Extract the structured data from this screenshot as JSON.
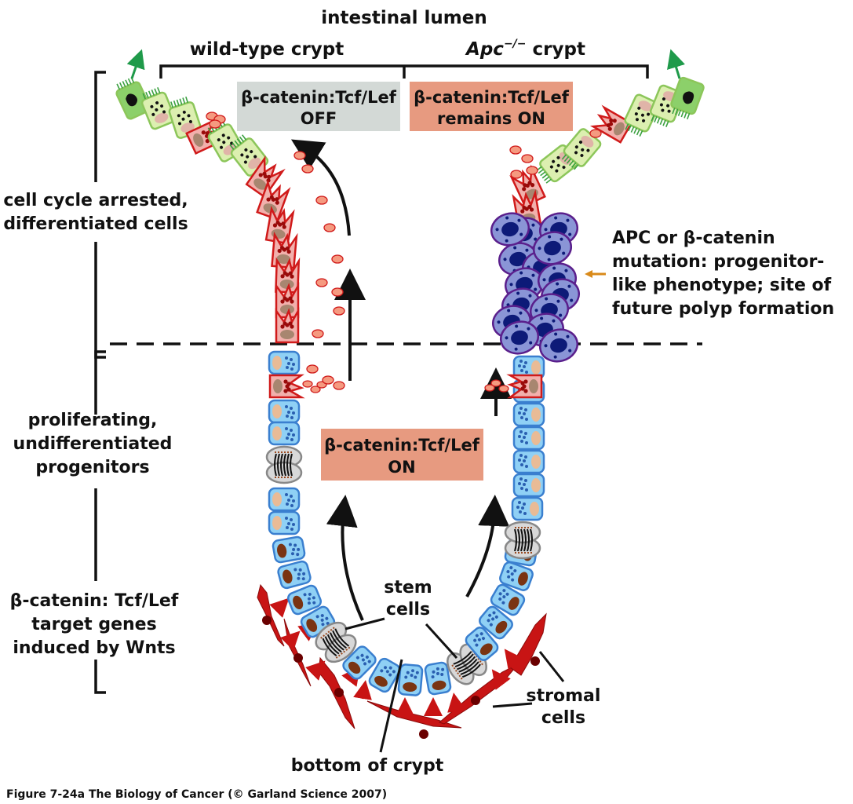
{
  "title": "intestinal lumen",
  "crypts": {
    "wild_type": "wild-type crypt",
    "apc_prefix": "Apc",
    "apc_superscript": "−/−",
    "apc_suffix": " crypt"
  },
  "status_boxes": {
    "off": {
      "line1": "β-catenin:Tcf/Lef",
      "line2": "OFF",
      "color": "#d3d9d6"
    },
    "remains_on": {
      "line1": "β-catenin:Tcf/Lef",
      "line2": "remains ON",
      "color": "#e79a80"
    },
    "on": {
      "line1": "β-catenin:Tcf/Lef",
      "line2": "ON",
      "color": "#e79a80"
    }
  },
  "side_labels": {
    "differentiated": [
      "cell cycle arrested,",
      "differentiated cells"
    ],
    "proliferating": [
      "proliferating,",
      "undifferentiated",
      "progenitors"
    ],
    "wnt_targets": [
      "β-catenin: Tcf/Lef",
      "target genes",
      "induced by Wnts"
    ]
  },
  "mutation_label": [
    "APC or β-catenin",
    "mutation: progenitor-",
    "like phenotype; site of",
    "future polyp formation"
  ],
  "stem_cells_label": [
    "stem",
    "cells"
  ],
  "stromal_cells_label": [
    "stromal",
    "cells"
  ],
  "bottom_label": "bottom of crypt",
  "caption": "Figure 7-24a  The Biology of Cancer (© Garland Science 2007)",
  "colors": {
    "progenitor_fill": "#8fd0f5",
    "progenitor_stroke": "#3a7fcf",
    "goblet_fill": "#f2b0ac",
    "goblet_stroke": "#d01a1a",
    "enterocyte_fill": "#dcefb0",
    "enterocyte_stroke": "#8cc65a",
    "polyp_fill": "#8a95d6",
    "polyp_stroke": "#5a1f8c",
    "stromal": "#c81414",
    "arrow_green": "#1f9a4a",
    "arrow_orange": "#d98a1a"
  }
}
